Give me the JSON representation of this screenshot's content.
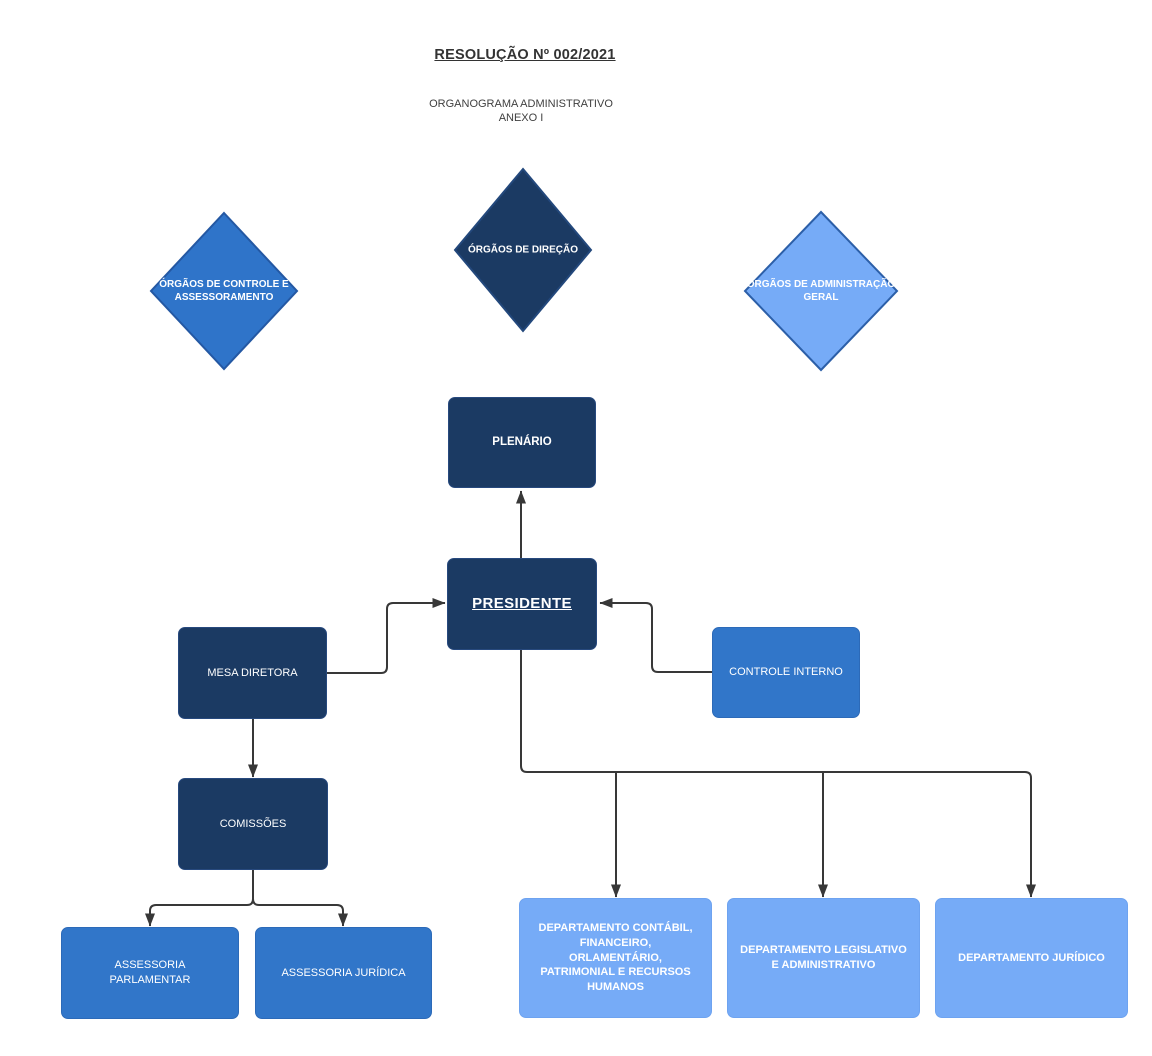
{
  "page": {
    "title": "RESOLUÇÃO Nº 002/2021",
    "subtitle": "ORGANOGRAMA ADMINISTRATIVO\nANEXO I"
  },
  "nodes": {
    "controle_assessoramento": {
      "label": "ÓRGÃOS DE CONTROLE E ASSESSORAMENTO",
      "shape": "diamond",
      "color": "#2f74c9"
    },
    "direcao": {
      "label": "ÓRGÃOS DE DIREÇÃO",
      "shape": "diamond",
      "color": "#1b3a63"
    },
    "administracao_geral": {
      "label": "ÓRGÃOS DE ADMINISTRAÇÃO GERAL",
      "shape": "diamond",
      "color": "#76abf7"
    },
    "plenario": {
      "label": "PLENÁRIO",
      "shape": "rect",
      "color": "#1b3a63"
    },
    "presidente": {
      "label": "PRESIDENTE",
      "shape": "rect",
      "color": "#1b3a63"
    },
    "mesa_diretora": {
      "label": "MESA DIRETORA",
      "shape": "rect",
      "color": "#1b3a63"
    },
    "controle_interno": {
      "label": "CONTROLE INTERNO",
      "shape": "rect",
      "color": "#3176c9"
    },
    "comissoes": {
      "label": "COMISSÕES",
      "shape": "rect",
      "color": "#1b3a63"
    },
    "assessoria_parlamentar": {
      "label": "ASSESSORIA PARLAMENTAR",
      "shape": "rect",
      "color": "#3176c9"
    },
    "assessoria_juridica": {
      "label": "ASSESSORIA JURÍDICA",
      "shape": "rect",
      "color": "#3176c9"
    },
    "dep_contabil": {
      "label": "DEPARTAMENTO CONTÁBIL, FINANCEIRO, ORLAMENTÁRIO, PATRIMONIAL E RECURSOS HUMANOS",
      "shape": "rect",
      "color": "#76abf7"
    },
    "dep_legislativo": {
      "label": "DEPARTAMENTO LEGISLATIVO E ADMINISTRATIVO",
      "shape": "rect",
      "color": "#76abf7"
    },
    "dep_juridico": {
      "label": "DEPARTAMENTO JURÍDICO",
      "shape": "rect",
      "color": "#76abf7"
    }
  },
  "edges": [
    {
      "from": "presidente",
      "to": "plenario"
    },
    {
      "from": "mesa_diretora",
      "to": "presidente"
    },
    {
      "from": "controle_interno",
      "to": "presidente"
    },
    {
      "from": "mesa_diretora",
      "to": "comissoes"
    },
    {
      "from": "comissoes",
      "to": "assessoria_parlamentar"
    },
    {
      "from": "comissoes",
      "to": "assessoria_juridica"
    },
    {
      "from": "presidente",
      "to": "dep_contabil"
    },
    {
      "from": "presidente",
      "to": "dep_legislativo"
    },
    {
      "from": "presidente",
      "to": "dep_juridico"
    }
  ],
  "colors": {
    "dark_navy": "#1b3a63",
    "medium_blue": "#3176c9",
    "light_blue": "#76abf7",
    "connector": "#383838",
    "title_text": "#333333",
    "node_text": "#ffffff",
    "background": "#ffffff"
  }
}
